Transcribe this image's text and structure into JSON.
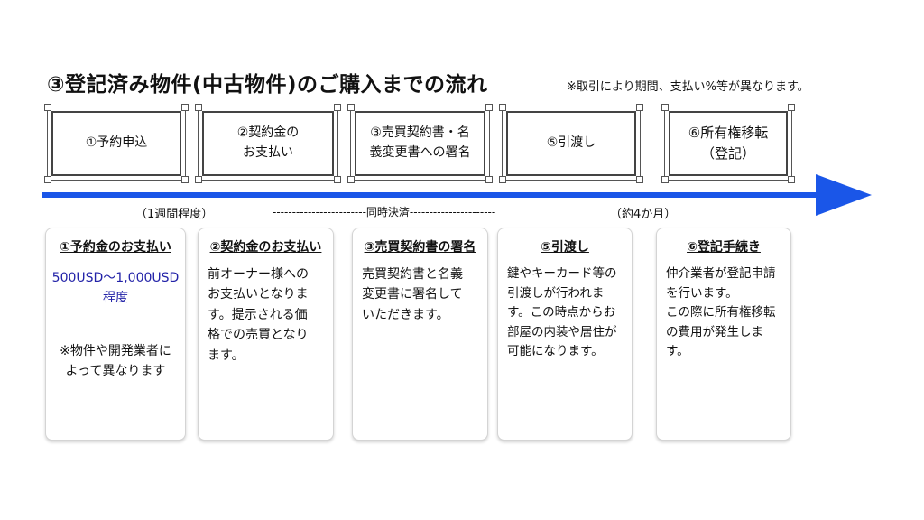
{
  "title": "③登記済み物件(中古物件)のご購入までの流れ",
  "note": "※取引により期間、支払い%等が異なります。",
  "steps": [
    {
      "label": "①予約申込"
    },
    {
      "label": "②契約金の\nお支払い"
    },
    {
      "label": "③売買契約書・名\n義変更書への署名"
    },
    {
      "label": "⑤引渡し"
    },
    {
      "label": "⑥所有権移転\n（登記）"
    }
  ],
  "timeline": {
    "period1": "（1週間程度）",
    "simultaneous": "------------------------同時決済----------------------",
    "period2": "（約4か月）"
  },
  "cards": [
    {
      "title": "①予約金のお支払い",
      "price": "500USD〜1,000USD\n程度",
      "note": "※物件や開発業者に\nよって異なります"
    },
    {
      "title": "②契約金のお支払い",
      "body": "前オーナー様への\nお支払いとなりま\nす。提示される価\n格での売買となり\nます。"
    },
    {
      "title": "③売買契約書の署名",
      "body": "売買契約書と名義\n変更書に署名して\nいただきます。"
    },
    {
      "title": "⑤引渡し",
      "body": "鍵やキーカード等の\n引渡しが行われま\nす。この時点からお\n部屋の内装や居住が\n可能になります。"
    },
    {
      "title": "⑥登記手続き",
      "body": "仲介業者が登記申請\nを行います。\nこの際に所有権移転\nの費用が発生しま\nす。"
    }
  ],
  "colors": {
    "arrow": "#1a56e8",
    "price": "#2323a8"
  }
}
